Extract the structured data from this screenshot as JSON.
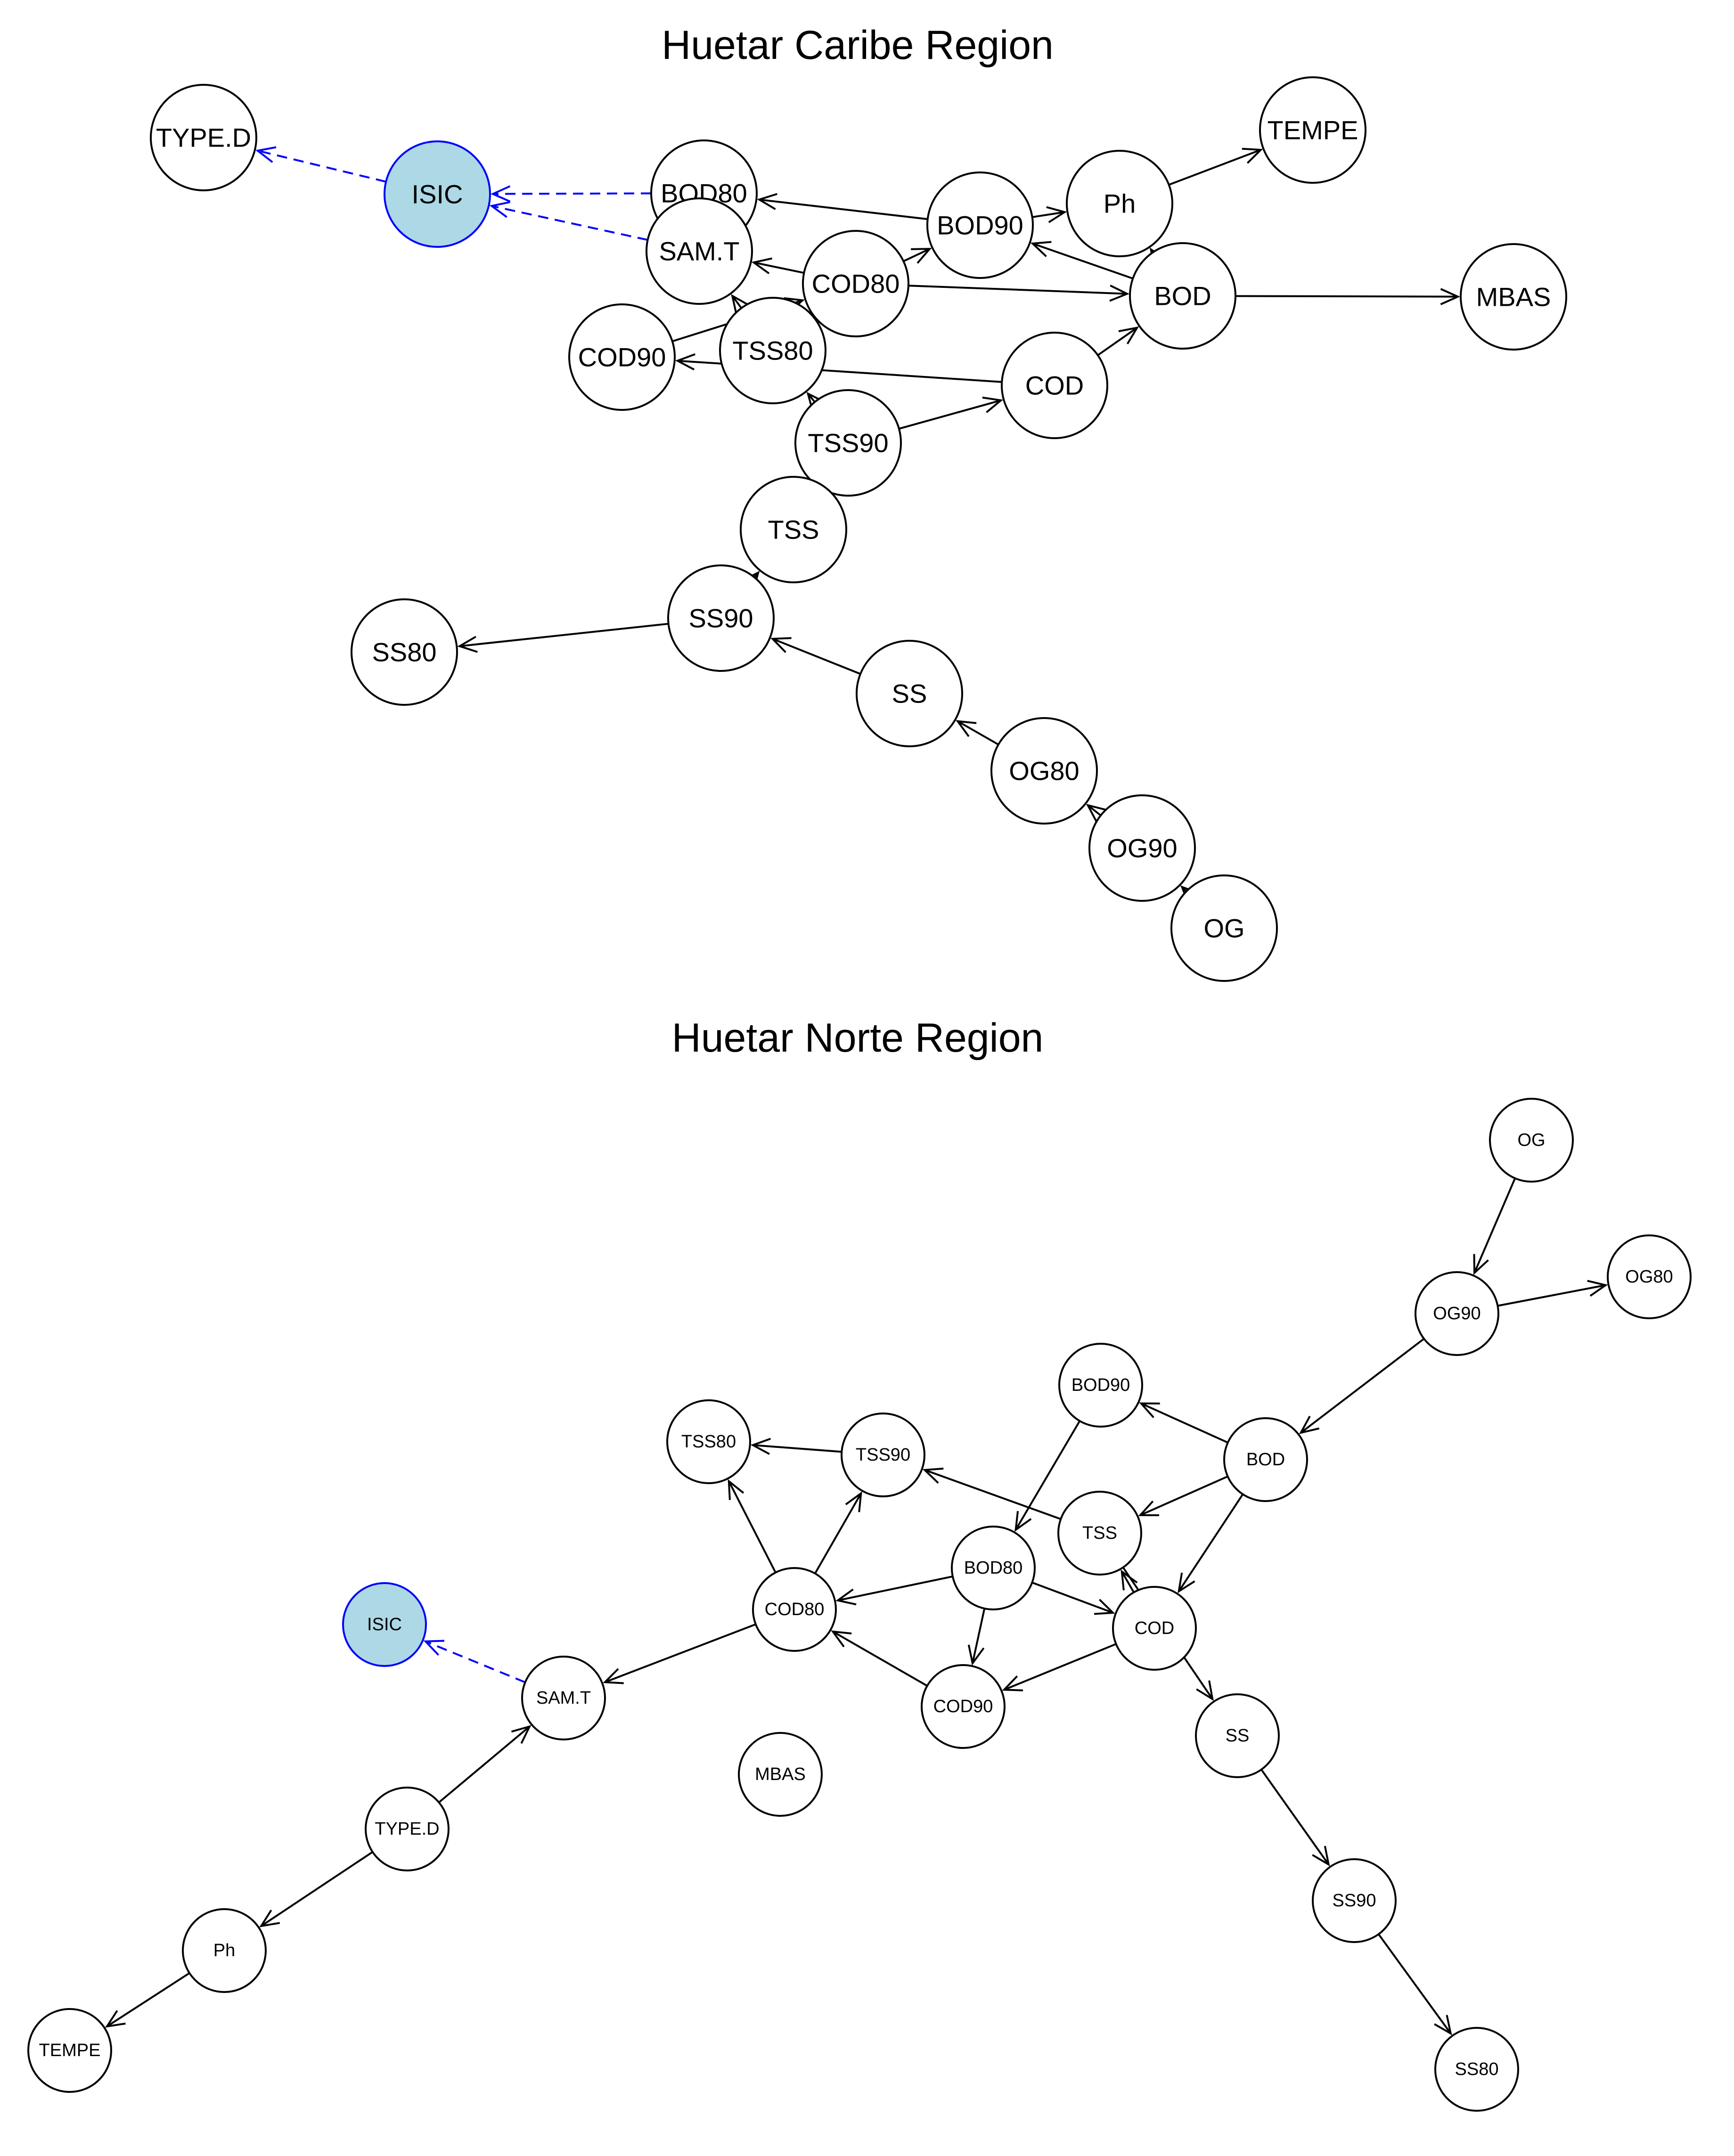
{
  "colors": {
    "edge": "#000000",
    "highlight_edge": "#0000ff",
    "highlight_fill": "#add8e6",
    "highlight_stroke": "#0000ff",
    "node_fill": "#ffffff",
    "node_stroke": "#000000"
  },
  "graphs": [
    {
      "id": "caribe",
      "title": "Huetar Caribe Region",
      "nodes": [
        {
          "id": "TYPE.D",
          "label": "TYPE.D"
        },
        {
          "id": "ISIC",
          "label": "ISIC",
          "highlight": true
        },
        {
          "id": "BOD80",
          "label": "BOD80"
        },
        {
          "id": "SAM.T",
          "label": "SAM.T"
        },
        {
          "id": "BOD90",
          "label": "BOD90"
        },
        {
          "id": "Ph",
          "label": "Ph"
        },
        {
          "id": "TEMPE",
          "label": "TEMPE"
        },
        {
          "id": "COD80",
          "label": "COD80"
        },
        {
          "id": "BOD",
          "label": "BOD"
        },
        {
          "id": "MBAS",
          "label": "MBAS"
        },
        {
          "id": "COD90",
          "label": "COD90"
        },
        {
          "id": "TSS80",
          "label": "TSS80"
        },
        {
          "id": "COD",
          "label": "COD"
        },
        {
          "id": "TSS90",
          "label": "TSS90"
        },
        {
          "id": "TSS",
          "label": "TSS"
        },
        {
          "id": "SS90",
          "label": "SS90"
        },
        {
          "id": "SS80",
          "label": "SS80"
        },
        {
          "id": "SS",
          "label": "SS"
        },
        {
          "id": "OG80",
          "label": "OG80"
        },
        {
          "id": "OG90",
          "label": "OG90"
        },
        {
          "id": "OG",
          "label": "OG"
        }
      ],
      "edges": [
        {
          "from": "ISIC",
          "to": "TYPE.D",
          "style": "dashed"
        },
        {
          "from": "BOD80",
          "to": "ISIC",
          "style": "dashed"
        },
        {
          "from": "SAM.T",
          "to": "ISIC",
          "style": "dashed"
        },
        {
          "from": "Ph",
          "to": "TEMPE"
        },
        {
          "from": "BOD90",
          "to": "BOD80"
        },
        {
          "from": "BOD90",
          "to": "Ph"
        },
        {
          "from": "BOD",
          "to": "Ph"
        },
        {
          "from": "BOD",
          "to": "BOD90"
        },
        {
          "from": "BOD",
          "to": "MBAS"
        },
        {
          "from": "COD80",
          "to": "BOD90"
        },
        {
          "from": "COD80",
          "to": "BOD"
        },
        {
          "from": "COD80",
          "to": "SAM.T"
        },
        {
          "from": "COD",
          "to": "BOD"
        },
        {
          "from": "COD",
          "to": "COD90"
        },
        {
          "from": "COD90",
          "to": "COD80"
        },
        {
          "from": "TSS80",
          "to": "SAM.T"
        },
        {
          "from": "TSS90",
          "to": "TSS80"
        },
        {
          "from": "TSS90",
          "to": "COD"
        },
        {
          "from": "TSS",
          "to": "TSS90"
        },
        {
          "from": "SS90",
          "to": "TSS"
        },
        {
          "from": "SS90",
          "to": "SS80"
        },
        {
          "from": "SS",
          "to": "SS90"
        },
        {
          "from": "OG80",
          "to": "SS"
        },
        {
          "from": "OG90",
          "to": "OG80"
        },
        {
          "from": "OG",
          "to": "OG90"
        }
      ]
    },
    {
      "id": "norte",
      "title": "Huetar Norte Region",
      "nodes": [
        {
          "id": "OG",
          "label": "OG"
        },
        {
          "id": "OG90",
          "label": "OG90"
        },
        {
          "id": "OG80",
          "label": "OG80"
        },
        {
          "id": "BOD90",
          "label": "BOD90"
        },
        {
          "id": "BOD",
          "label": "BOD"
        },
        {
          "id": "TSS80",
          "label": "TSS80"
        },
        {
          "id": "TSS90",
          "label": "TSS90"
        },
        {
          "id": "TSS",
          "label": "TSS"
        },
        {
          "id": "BOD80",
          "label": "BOD80"
        },
        {
          "id": "ISIC",
          "label": "ISIC",
          "highlight": true
        },
        {
          "id": "COD80",
          "label": "COD80"
        },
        {
          "id": "COD",
          "label": "COD"
        },
        {
          "id": "SAM.T",
          "label": "SAM.T"
        },
        {
          "id": "COD90",
          "label": "COD90"
        },
        {
          "id": "SS",
          "label": "SS"
        },
        {
          "id": "MBAS",
          "label": "MBAS"
        },
        {
          "id": "TYPE.D",
          "label": "TYPE.D"
        },
        {
          "id": "SS90",
          "label": "SS90"
        },
        {
          "id": "Ph",
          "label": "Ph"
        },
        {
          "id": "TEMPE",
          "label": "TEMPE"
        },
        {
          "id": "SS80",
          "label": "SS80"
        }
      ],
      "edges": [
        {
          "from": "OG",
          "to": "OG90"
        },
        {
          "from": "OG90",
          "to": "OG80"
        },
        {
          "from": "OG90",
          "to": "BOD"
        },
        {
          "from": "BOD",
          "to": "BOD90"
        },
        {
          "from": "BOD",
          "to": "TSS"
        },
        {
          "from": "BOD",
          "to": "COD"
        },
        {
          "from": "BOD90",
          "to": "BOD80"
        },
        {
          "from": "TSS",
          "to": "TSS90"
        },
        {
          "from": "TSS",
          "to": "SS"
        },
        {
          "from": "TSS90",
          "to": "TSS80"
        },
        {
          "from": "COD80",
          "to": "TSS80"
        },
        {
          "from": "COD80",
          "to": "TSS90"
        },
        {
          "from": "COD80",
          "to": "SAM.T"
        },
        {
          "from": "BOD80",
          "to": "COD80"
        },
        {
          "from": "BOD80",
          "to": "COD"
        },
        {
          "from": "BOD80",
          "to": "COD90"
        },
        {
          "from": "COD",
          "to": "TSS"
        },
        {
          "from": "COD",
          "to": "COD90"
        },
        {
          "from": "COD90",
          "to": "COD80"
        },
        {
          "from": "SAM.T",
          "to": "ISIC",
          "style": "dashed"
        },
        {
          "from": "TYPE.D",
          "to": "SAM.T"
        },
        {
          "from": "TYPE.D",
          "to": "Ph"
        },
        {
          "from": "Ph",
          "to": "TEMPE"
        },
        {
          "from": "SS",
          "to": "SS90"
        },
        {
          "from": "SS90",
          "to": "SS80"
        }
      ]
    }
  ]
}
